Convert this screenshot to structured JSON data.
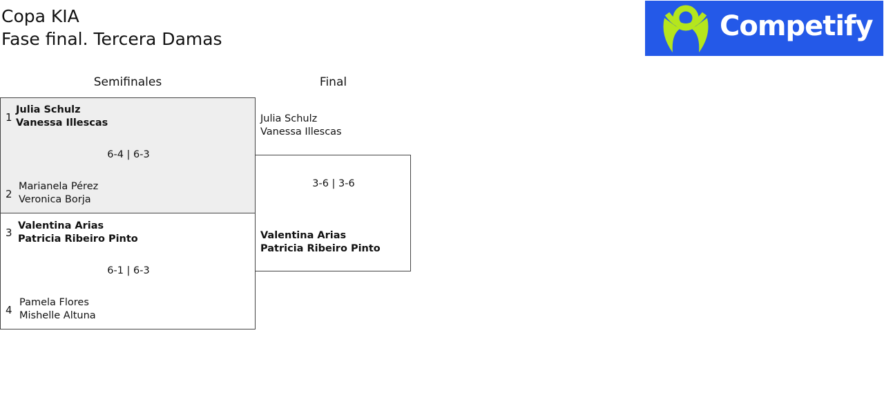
{
  "header": {
    "title_line1": "Copa KIA",
    "title_line2": "Fase final. Tercera Damas"
  },
  "logo": {
    "text": "Competify",
    "bg": "#2459e8",
    "accent": "#b5e61d"
  },
  "rounds": [
    {
      "label": "Semifinales"
    },
    {
      "label": "Final"
    }
  ],
  "semifinals": [
    {
      "score": "6-4 | 6-3",
      "top": {
        "seed": "1",
        "p1": "Julia Schulz",
        "p2": "Vanessa Illescas",
        "winner": true
      },
      "bottom": {
        "seed": "2",
        "p1": "Marianela Pérez",
        "p2": "Veronica Borja"
      }
    },
    {
      "score": "6-1 | 6-3",
      "top": {
        "seed": "3",
        "p1": "Valentina Arias",
        "p2": "Patricia Ribeiro Pinto",
        "winner": true
      },
      "bottom": {
        "seed": "4",
        "p1": "Pamela Flores",
        "p2": "Mishelle Altuna"
      }
    }
  ],
  "final": {
    "score": "3-6 | 3-6",
    "top": {
      "p1": "Julia Schulz",
      "p2": "Vanessa Illescas"
    },
    "bottom": {
      "p1": "Valentina Arias",
      "p2": "Patricia Ribeiro Pinto",
      "winner": true
    }
  }
}
